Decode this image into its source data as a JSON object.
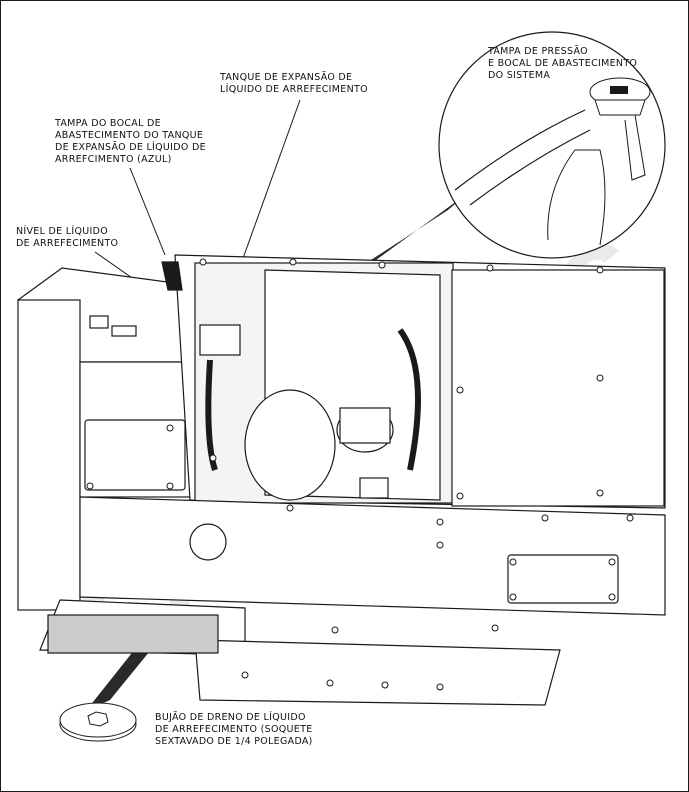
{
  "labels": {
    "pressure_cap": "TAMPA DE PRESSÃO\nE BOCAL DE ABASTECIMENTO\nDO SISTEMA",
    "expansion_tank": "TANQUE DE EXPANSÃO DE\nLÍQUIDO DE ARREFECIMENTO",
    "fill_cap": "TAMPA DO BOCAL DE\nABASTECIMENTO DO TANQUE\nDE EXPANSÃO DE LÍQUIDO DE\nARREFCIMENTO (AZUL)",
    "coolant_level": "NÍVEL DE LÍQUIDO\nDE ARREFECIMENTO",
    "drain_plug": "BUJÃO DE DRENO DE LÍQUIDO\nDE ARREFECIMENTO (SOQUETE\nSEXTAVADO DE 1/4 POLEGADA)"
  },
  "watermark": "Cummins",
  "colors": {
    "line": "#1a1a1a",
    "shade": "#2a2a2a",
    "panel": "#ffffff"
  }
}
